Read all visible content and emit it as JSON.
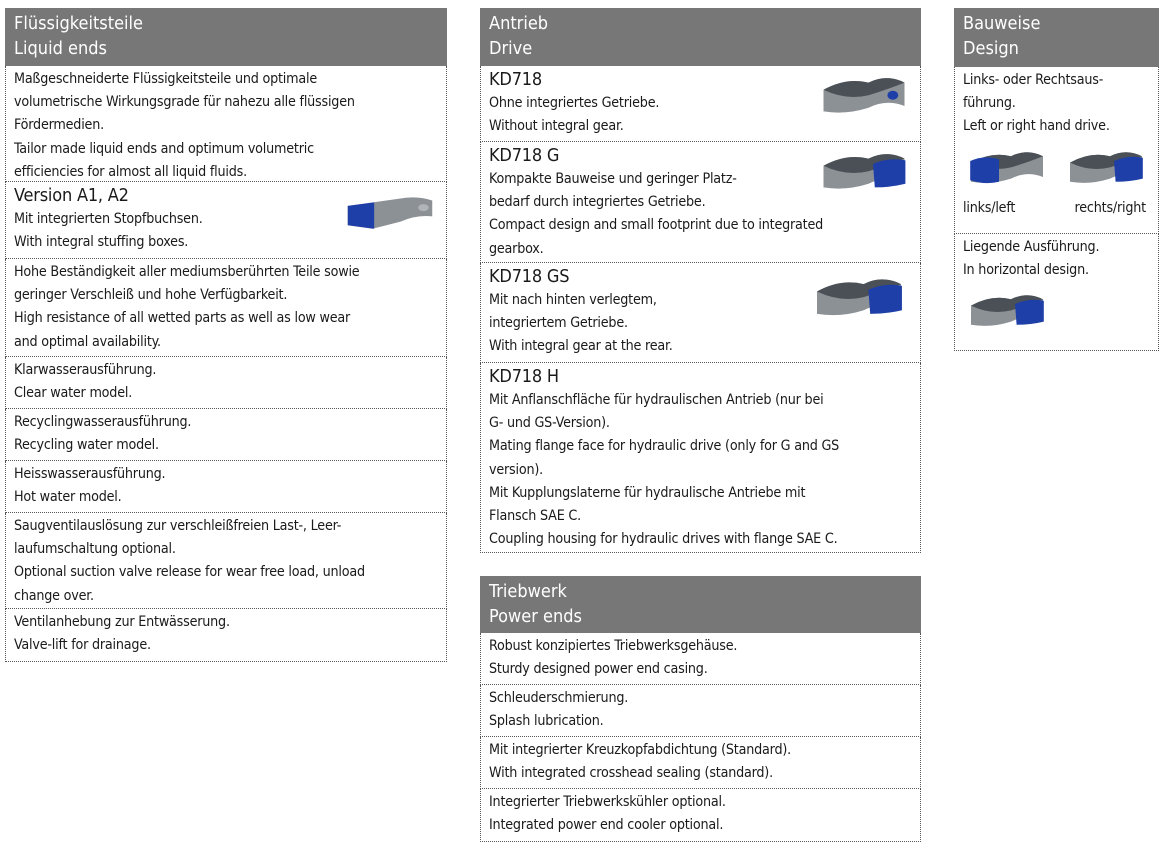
{
  "liquid_ends": {
    "title_de": "Flüssigkeitsteile",
    "title_en": "Liquid ends",
    "intro": [
      "Maßgeschneiderte Flüssigkeitsteile und optimale",
      "volumetrische Wirkungsgrade für nahezu alle flüssigen",
      "Fördermedien.",
      "Tailor made liquid ends and optimum volumetric",
      "efficiencies for almost all liquid fluids."
    ],
    "version": {
      "title": "Version A1, A2",
      "lines": [
        "Mit integrierten Stopfbuchsen.",
        "With integral stuffing boxes."
      ]
    },
    "items": [
      [
        "Hohe Beständigkeit aller mediumsberührten Teile sowie",
        "geringer Verschleiß und hohe Verfügbarkeit.",
        "High resistance of all wetted parts as well as low wear",
        "and optimal availability."
      ],
      [
        "Klarwasserausführung.",
        "Clear water model."
      ],
      [
        "Recyclingwasserausführung.",
        "Recycling water model."
      ],
      [
        "Heisswasserausführung.",
        "Hot water model."
      ],
      [
        "Saugventilauslösung zur verschleißfreien Last-, Leer-",
        "laufumschaltung optional.",
        "Optional suction valve release for wear free load, unload",
        "change over."
      ],
      [
        "Ventilanhebung zur Entwässerung.",
        "Valve-lift for drainage."
      ]
    ]
  },
  "drive": {
    "title_de": "Antrieb",
    "title_en": "Drive",
    "models": [
      {
        "title": "KD718",
        "lines": [
          "Ohne integriertes Getriebe.",
          "Without integral gear."
        ]
      },
      {
        "title": "KD718 G",
        "lines": [
          "Kompakte Bauweise und geringer Platz-",
          "bedarf durch integriertes Getriebe.",
          "Compact design and small footprint due to integrated",
          "gearbox."
        ]
      },
      {
        "title": "KD718 GS",
        "lines": [
          "Mit nach hinten verlegtem,",
          "integriertem Getriebe.",
          "With integral gear at the rear."
        ]
      },
      {
        "title": "KD718 H",
        "lines": [
          "Mit Anflanschfläche für hydraulischen Antrieb (nur bei",
          "G- und GS-Version).",
          "Mating flange face for hydraulic drive (only for G and GS",
          "version).",
          "Mit Kupplungslaterne für hydraulische Antriebe mit",
          "Flansch SAE C.",
          "Coupling housing for hydraulic drives with flange SAE C."
        ]
      }
    ]
  },
  "power_ends": {
    "title_de": "Triebwerk",
    "title_en": "Power ends",
    "items": [
      [
        "Robust konzipiertes Triebwerksgehäuse.",
        "Sturdy designed power end casing."
      ],
      [
        "Schleuderschmierung.",
        "Splash lubrication."
      ],
      [
        "Mit integrierter Kreuzkopfabdichtung (Standard).",
        "With integrated crosshead sealing (standard)."
      ],
      [
        "Integrierter Triebwerkskühler optional.",
        "Integrated power end cooler optional."
      ]
    ]
  },
  "design": {
    "title_de": "Bauweise",
    "title_en": "Design",
    "hand": [
      "Links- oder Rechtsaus-",
      "führung.",
      "Left or right hand drive."
    ],
    "left_label": "links/left",
    "right_label": "rechts/right",
    "horizontal": [
      "Liegende Ausführung.",
      "In horizontal design."
    ]
  },
  "colors": {
    "header": "#777777",
    "blue": "#1f3fa8",
    "gray": "#8c9196"
  }
}
